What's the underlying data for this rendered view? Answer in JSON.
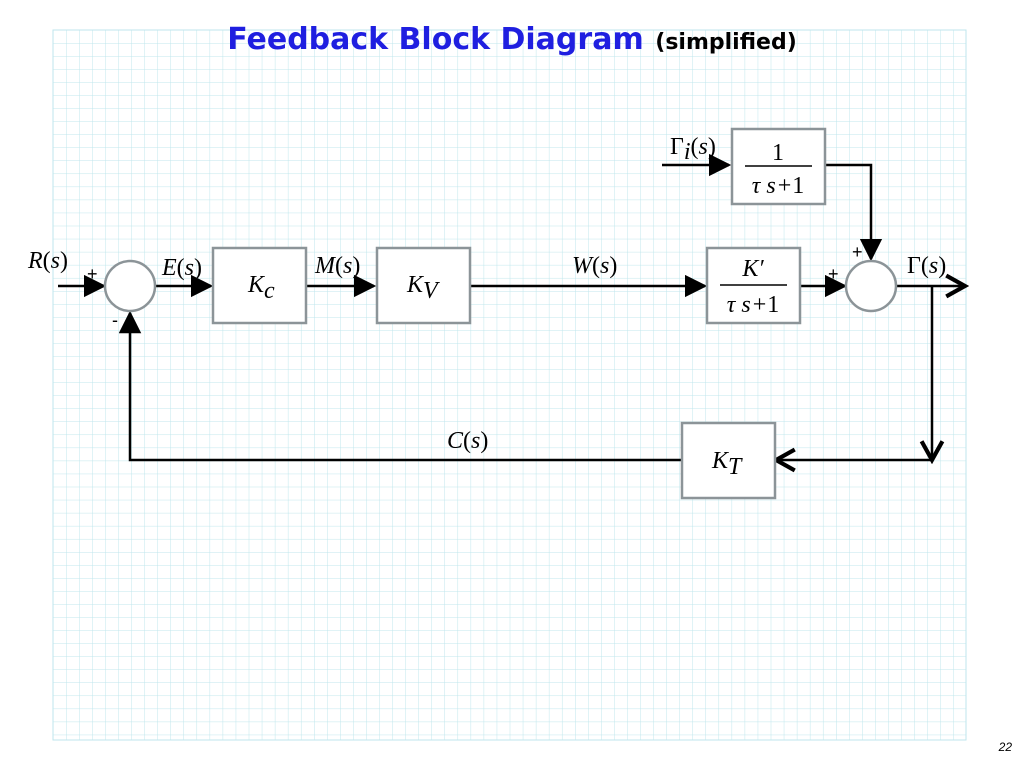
{
  "title": {
    "main": "Feedback Block Diagram",
    "sub": "(simplified)"
  },
  "page_number": "22",
  "colors": {
    "title": "#1f1fe0",
    "grid": "#bfe6ec",
    "block_border": "#8c9498",
    "line": "#000000"
  },
  "signals": {
    "R": {
      "name": "R",
      "arg": "s"
    },
    "E": {
      "name": "E",
      "arg": "s"
    },
    "M": {
      "name": "M",
      "arg": "s"
    },
    "W": {
      "name": "W",
      "arg": "s"
    },
    "C": {
      "name": "C",
      "arg": "s"
    },
    "Gamma": {
      "name": "Γ",
      "arg": "s"
    },
    "Gamma_i": {
      "name": "Γ",
      "sub": "i",
      "arg": "s"
    }
  },
  "blocks": {
    "kc": {
      "main": "K",
      "sub": "c"
    },
    "kv": {
      "main": "K",
      "sub": "V"
    },
    "kt": {
      "main": "K",
      "sub": "T"
    },
    "disturbance_tf": {
      "num": "1",
      "den_tau": "τ",
      "den_s": "s",
      "den_plus": "+",
      "den_one": "1"
    },
    "process_tf": {
      "num": "K′",
      "den_tau": "τ",
      "den_s": "s",
      "den_plus": "+",
      "den_one": "1"
    }
  },
  "signs": {
    "sum1_plus": "+",
    "sum1_minus": "-",
    "sum2_plus_left": "+",
    "sum2_plus_top": "+"
  }
}
